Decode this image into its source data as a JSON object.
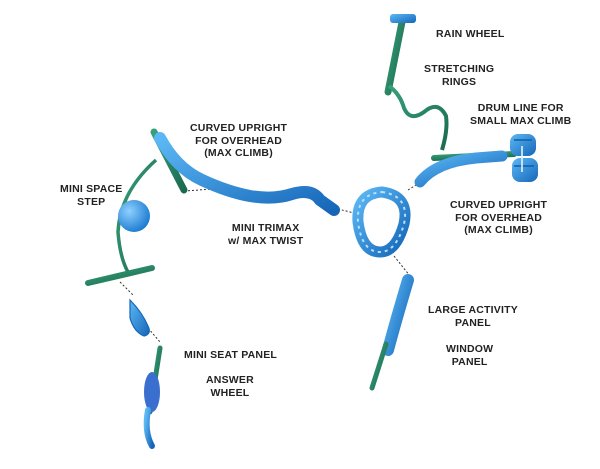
{
  "colors": {
    "blue": "#1f8de0",
    "blue_light": "#5cb8f5",
    "blue_dark": "#1566b8",
    "green": "#1f7a5b",
    "green_light": "#37a07a",
    "label": "#222222"
  },
  "labels": {
    "rain_wheel": [
      "RAIN WHEEL"
    ],
    "stretching_rings": [
      "STRETCHING",
      "RINGS"
    ],
    "drum_line": [
      "DRUM LINE FOR",
      "SMALL MAX CLIMB"
    ],
    "curved_upright_left": [
      "CURVED UPRIGHT",
      "FOR OVERHEAD",
      "(MAX CLIMB)"
    ],
    "mini_space_step": [
      "MINI SPACE",
      "STEP"
    ],
    "mini_trimax": [
      "MINI TRIMAX",
      "w/ MAX TWIST"
    ],
    "curved_upright_right": [
      "CURVED UPRIGHT",
      "FOR OVERHEAD",
      "(MAX CLIMB)"
    ],
    "large_activity_panel": [
      "LARGE ACTIVITY",
      "PANEL"
    ],
    "window_panel": [
      "WINDOW",
      "PANEL"
    ],
    "mini_seat_panel": [
      "MINI SEAT PANEL"
    ],
    "answer_wheel": [
      "ANSWER",
      "WHEEL"
    ]
  }
}
